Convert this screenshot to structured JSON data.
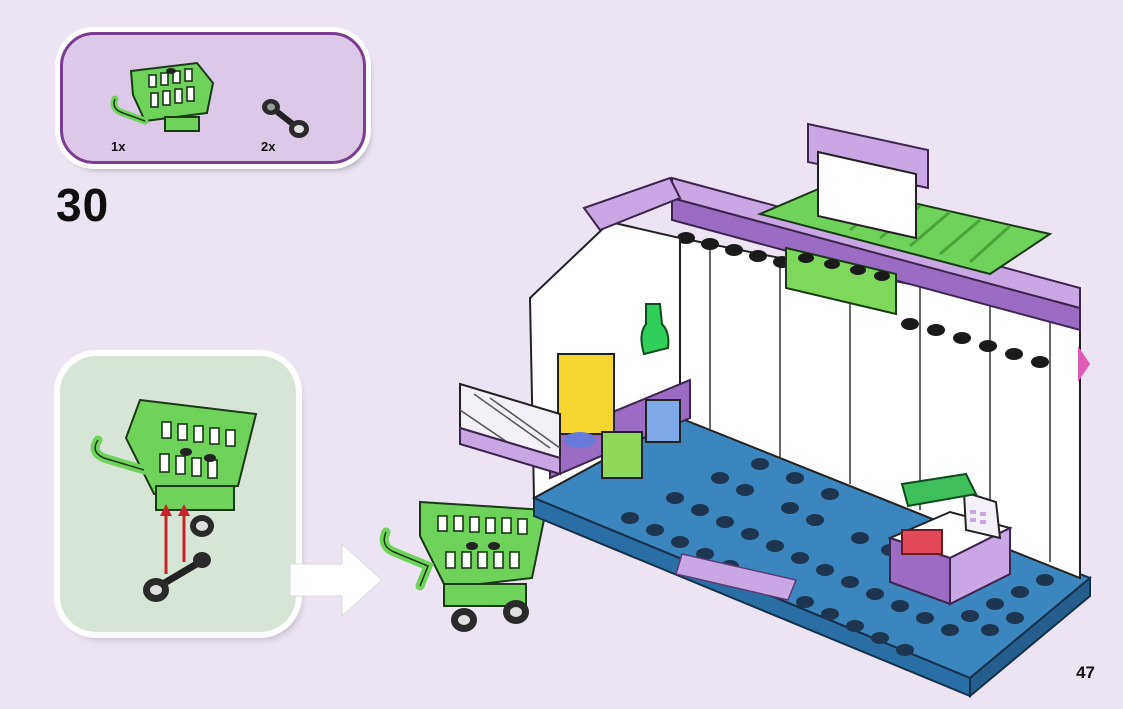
{
  "parts_list": {
    "items": [
      {
        "name": "shopping-cart",
        "quantity": "1x",
        "color": "#6fd25a"
      },
      {
        "name": "wheel-axle",
        "quantity": "2x",
        "color": "#2a2a2a"
      }
    ],
    "background_color": "#dcc9e8",
    "border_color": "#7b3d92"
  },
  "step": {
    "number": "30"
  },
  "page": {
    "number": "47",
    "background_color": "#ece4f3"
  },
  "colors": {
    "lime": "#6fd25a",
    "purple": "#9b6cc4",
    "lavender": "#c9a6e4",
    "floor_blue": "#3c86c0",
    "stud_dark": "#1d3550",
    "white": "#ffffff",
    "arrow_red": "#c8222a"
  },
  "icons": [
    "cart-icon",
    "wheel-icon",
    "arrow-icon",
    "supermarket-model-icon"
  ]
}
